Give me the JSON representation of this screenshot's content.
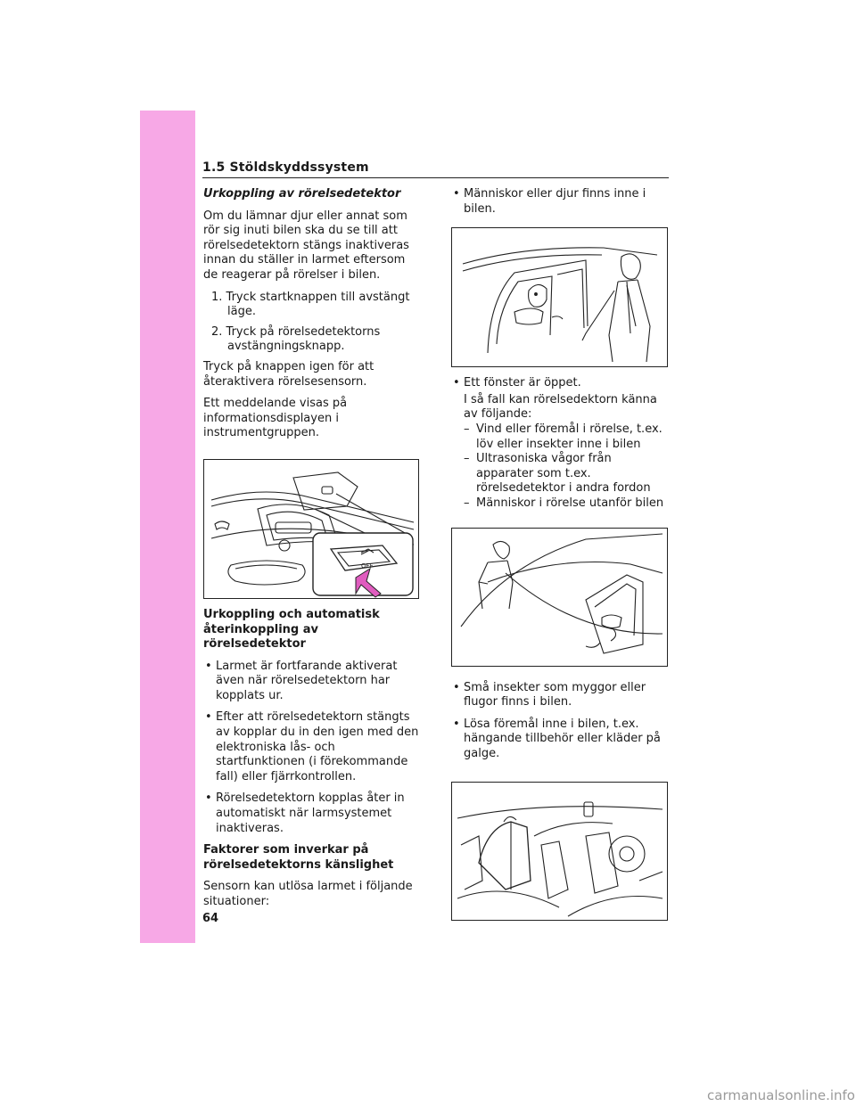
{
  "header": {
    "title": "1.5  Stöldskyddssystem"
  },
  "left": {
    "heading1": "Urkoppling av rörelsedetektor",
    "intro": "Om du lämnar djur eller annat som rör sig inuti bilen ska du se till att rörelsedetektorn stängs inaktiveras innan du ställer in larmet eftersom de reagerar på rörelser i bilen.",
    "steps": [
      "1. Tryck startknappen till avstängt läge.",
      "2. Tryck på rörelsedetektorns avstängningsknapp."
    ],
    "para2": "Tryck på knappen igen för att återaktivera rörelsesensorn.",
    "para3": "Ett meddelande visas på informationsdisplayen i instrumentgruppen.",
    "heading2": "Urkoppling och automatisk återinkoppling av rörelsedetektor",
    "bullets": [
      "Larmet är fortfarande aktiverat även när rörelsedetektorn har kopplats ur.",
      "Efter att rörelsedetektorn stängts av kopplar du in den igen med den elektroniska lås- och startfunktionen (i förekommande fall) eller fjärrkontrollen.",
      "Rörelsedetektorn kopplas åter in automatiskt när larmsystemet inaktiveras."
    ],
    "heading3": "Faktorer som inverkar på rörelsedetektorns känslighet",
    "para4": "Sensorn kan utlösa larmet i följande situationer:",
    "button_label": "OFF"
  },
  "right": {
    "bullet1": "Människor eller djur finns inne i bilen.",
    "bullet2": "Ett fönster är öppet.",
    "bullet2_sub": "I så fall kan rörelsedektorn känna av följande:",
    "dashes": [
      "Vind eller föremål i rörelse, t.ex. löv eller insekter inne i bilen",
      "Ultrasoniska vågor från apparater som t.ex. rörelsedetektor i andra fordon",
      "Människor i rörelse utanför bilen"
    ],
    "bullet3": "Små insekter som myggor eller flugor finns i bilen.",
    "bullet4": "Lösa föremål inne i bilen, t.ex. hängande tillbehör eller kläder på galge."
  },
  "page_number": "64",
  "watermark": "carmanualsonline.info"
}
